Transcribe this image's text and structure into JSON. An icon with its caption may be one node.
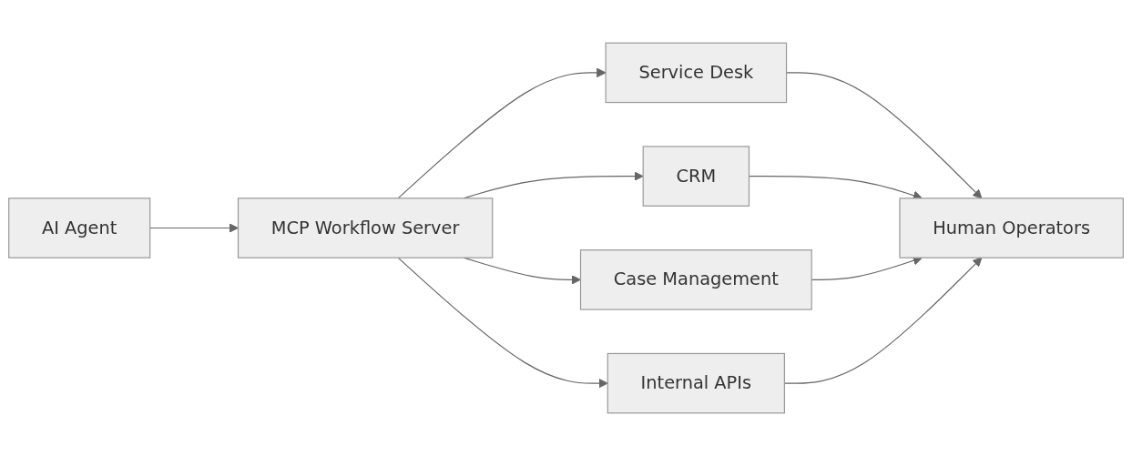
{
  "diagram": {
    "nodes": [
      {
        "text": [
          "AI Agent"
        ]
      },
      {
        "text": [
          "MCP Workflow Server"
        ]
      },
      {
        "text": [
          "Service Desk"
        ]
      },
      {
        "text": [
          "CRM"
        ]
      },
      {
        "text": [
          "Case Management"
        ]
      },
      {
        "text": [
          "Internal APIs"
        ]
      },
      {
        "text": [
          "Human Operators"
        ]
      }
    ],
    "edges": [
      {
        "from": 0,
        "to": 1,
        "arrow": "to"
      },
      {
        "from": 1,
        "to": 2,
        "arrow": "to"
      },
      {
        "from": 1,
        "to": 3,
        "arrow": "to"
      },
      {
        "from": 1,
        "to": 4,
        "arrow": "to"
      },
      {
        "from": 1,
        "to": 5,
        "arrow": "to"
      },
      {
        "from": 2,
        "to": 6,
        "arrow": "to"
      },
      {
        "from": 3,
        "to": 6,
        "arrow": "to"
      },
      {
        "from": 4,
        "to": 6,
        "arrow": "to"
      },
      {
        "from": 5,
        "to": 6,
        "arrow": "to"
      }
    ]
  }
}
